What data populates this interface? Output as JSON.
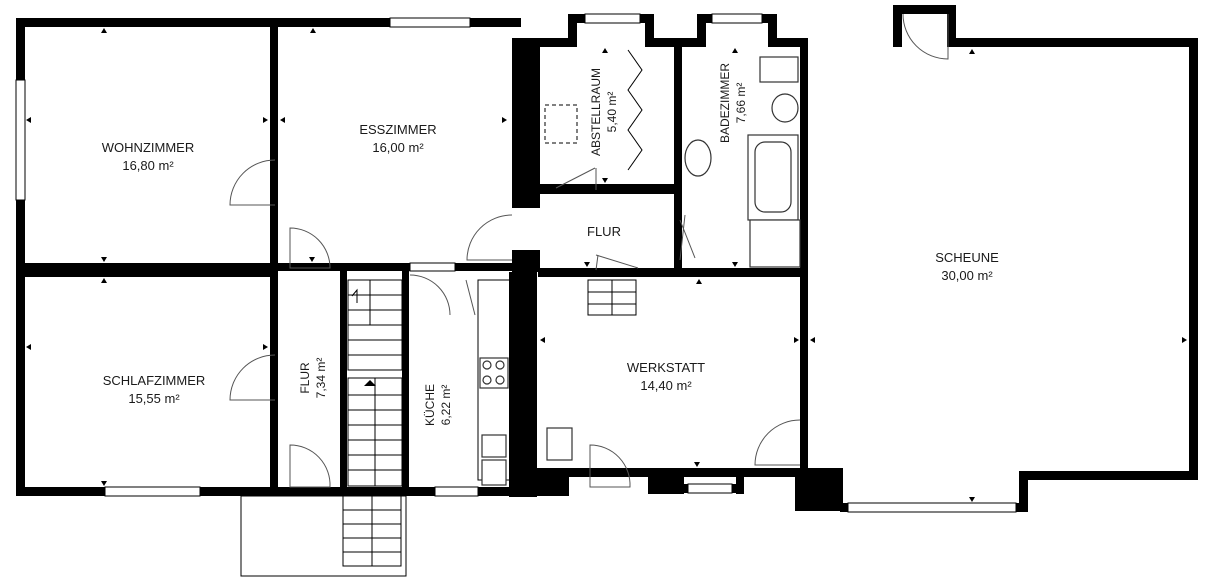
{
  "rooms": {
    "wohnzimmer": {
      "name": "WOHNZIMMER",
      "area": "16,80 m²"
    },
    "esszimmer": {
      "name": "ESSZIMMER",
      "area": "16,00 m²"
    },
    "abstellraum": {
      "name": "ABSTELLRAUM",
      "area": "5,40 m²"
    },
    "badezimmer": {
      "name": "BADEZIMMER",
      "area": "7,66 m²"
    },
    "scheune": {
      "name": "SCHEUNE",
      "area": "30,00 m²"
    },
    "flur_upper": {
      "name": "FLUR"
    },
    "schlafzimmer": {
      "name": "SCHLAFZIMMER",
      "area": "15,55 m²"
    },
    "flur_lower": {
      "name": "FLUR",
      "area": "7,34 m²"
    },
    "kueche": {
      "name": "KÜCHE",
      "area": "6,22 m²"
    },
    "werkstatt": {
      "name": "WERKSTATT",
      "area": "14,40 m²"
    }
  }
}
